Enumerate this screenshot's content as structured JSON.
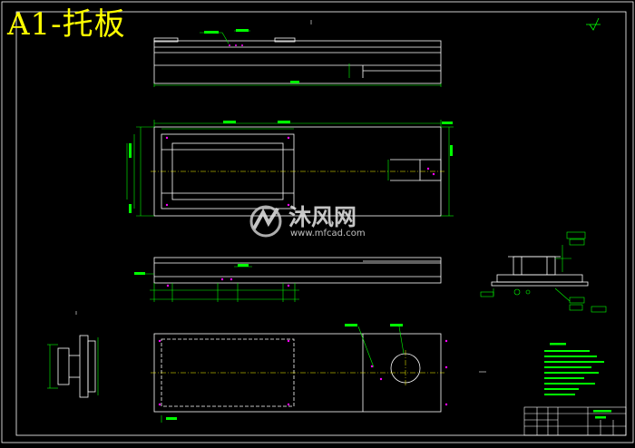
{
  "title": "A1-托板",
  "watermark": {
    "brand": "沐风网",
    "url": "www.mfcad.com",
    "logo_icon": "mfcad-logo-icon"
  },
  "colors": {
    "background": "#000000",
    "outline": "#ffffff",
    "dimension": "#00ff00",
    "hole": "#ff00ff",
    "title": "#ffff00",
    "centerline": "#ffff00"
  }
}
